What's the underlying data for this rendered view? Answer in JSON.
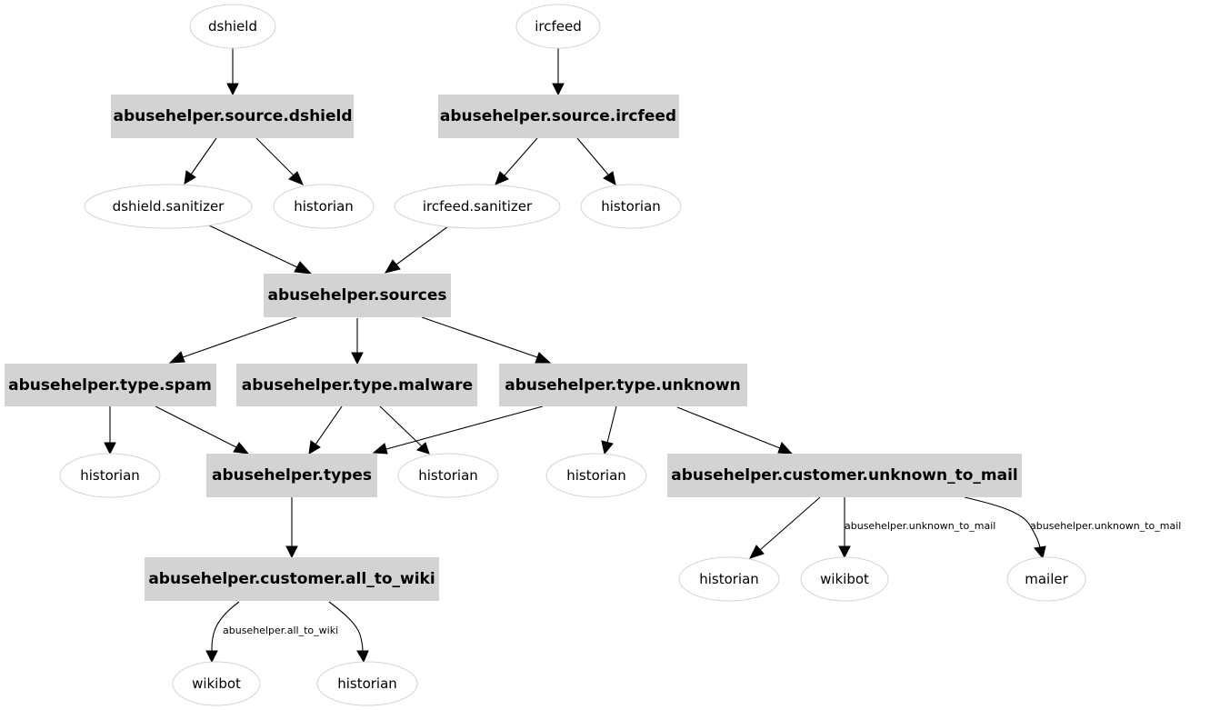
{
  "colors": {
    "room_fill": "#d3d3d3",
    "bot_stroke": "#d3d3d3",
    "edge": "#000000",
    "background": "#ffffff"
  },
  "rooms": {
    "source_dshield": "abusehelper.source.dshield",
    "source_ircfeed": "abusehelper.source.ircfeed",
    "sources": "abusehelper.sources",
    "type_spam": "abusehelper.type.spam",
    "type_malware": "abusehelper.type.malware",
    "type_unknown": "abusehelper.type.unknown",
    "types": "abusehelper.types",
    "customer_unknown_to_mail": "abusehelper.customer.unknown_to_mail",
    "customer_all_to_wiki": "abusehelper.customer.all_to_wiki"
  },
  "bots": {
    "dshield": "dshield",
    "ircfeed": "ircfeed",
    "dshield_sanitizer": "dshield.sanitizer",
    "historian_dshield": "historian",
    "ircfeed_sanitizer": "ircfeed.sanitizer",
    "historian_ircfeed": "historian",
    "historian_spam": "historian",
    "historian_malware": "historian",
    "historian_unknown": "historian",
    "historian_mail": "historian",
    "wikibot_mail": "wikibot",
    "mailer": "mailer",
    "wikibot_wiki": "wikibot",
    "historian_wiki": "historian"
  },
  "edge_labels": {
    "unknown_to_wikibot": "abusehelper.unknown_to_mail",
    "unknown_to_mailer": "abusehelper.unknown_to_mail",
    "all_to_wiki": "abusehelper.all_to_wiki"
  }
}
